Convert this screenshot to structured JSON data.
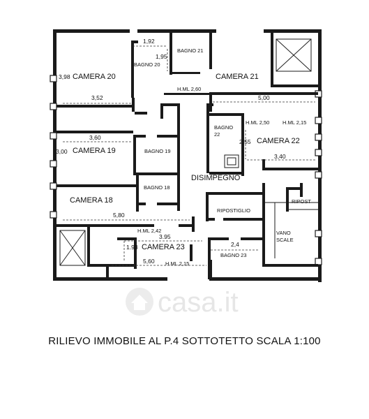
{
  "rooms": {
    "camera20": "CAMERA 20",
    "camera21": "CAMERA 21",
    "camera22": "CAMERA 22",
    "camera19": "CAMERA 19",
    "camera18": "CAMERA 18",
    "camera23": "CAMERA 23",
    "bagno21": "BAGNO 21",
    "bagno20": "BAGNO 20",
    "bagno22_a": "BAGNO",
    "bagno22_b": "22",
    "bagno19": "BAGNO 19",
    "bagno18": "BAGNO 18",
    "bagno23": "BAGNO 23",
    "disimpegno": "DISIMPEGNO",
    "ripostiglio": "RIPOSTIGLIO",
    "ripost": "RIPOST",
    "vano_a": "VANO",
    "vano_b": "SCALE"
  },
  "dimensions": {
    "d192": "1,92",
    "d195": "1,95",
    "d398": "3,98",
    "hml260": "H.ML 2,60",
    "d352": "3,52",
    "d500": "5,00",
    "hml250": "H.ML 2,50",
    "hml215a": "H.ML 2,15",
    "d255": "2,55",
    "d360": "3,60",
    "d340": "3,40",
    "d300": "3,00",
    "d580": "5,80",
    "hml242": "H.ML 2,42",
    "d395": "3.95",
    "d193": "1.93",
    "d24": "2,4",
    "d560": "5,60",
    "hml215b": "H.ML 2,15"
  },
  "watermark": "casa.it",
  "caption": "RILIEVO IMMOBILE AL P.4 SOTTOTETTO SCALA 1:100"
}
